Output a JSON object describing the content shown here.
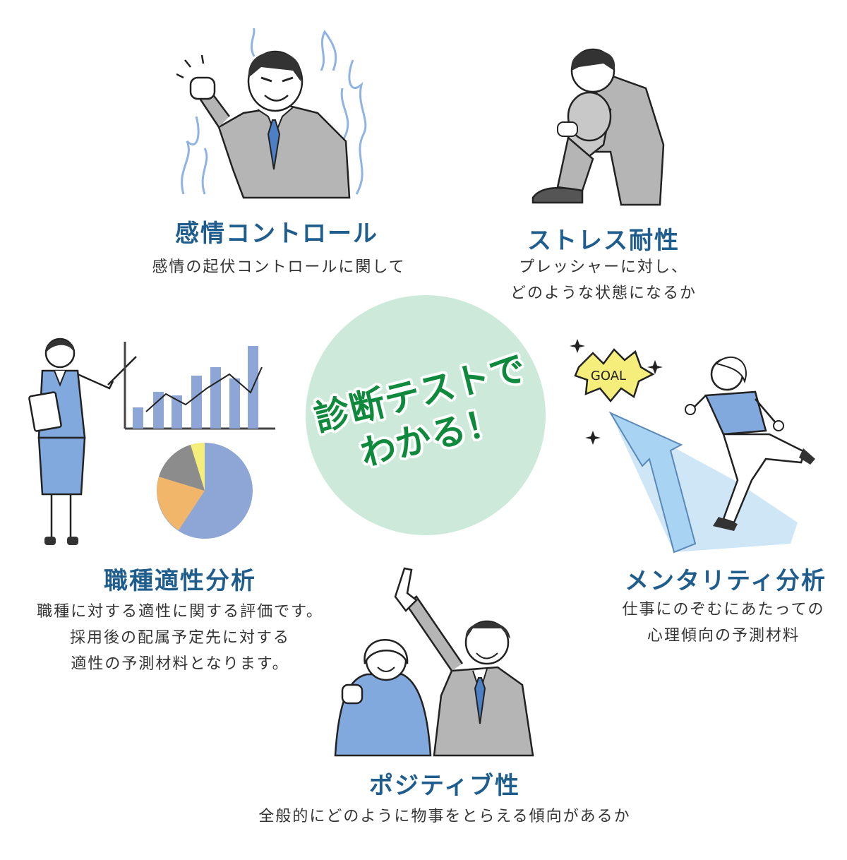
{
  "center": {
    "line1": "診断テストで",
    "line2": "わかる！",
    "color": "#0f8a3c",
    "circle_color": "#cde9d9"
  },
  "accent_color": "#1f5d8c",
  "sections": {
    "emotion": {
      "title": "感情コントロール",
      "desc": [
        "感情の起伏コントロールに関して"
      ],
      "illustration": "angry-businessman-with-blue-flames"
    },
    "stress": {
      "title": "ストレス耐性",
      "desc": [
        "プレッシャーに対し、",
        "どのような状態になるか"
      ],
      "illustration": "depressed-businessman-sitting"
    },
    "job": {
      "title": "職種適性分析",
      "desc": [
        "職種に対する適性に関する評価です。",
        "採用後の配属予定先に対する",
        "適性の予測材料となります。"
      ],
      "illustration": "businesswoman-presenting-charts"
    },
    "mental": {
      "title": "メンタリティ分析",
      "desc": [
        "仕事にのぞむにあたっての",
        "心理傾向の予測材料"
      ],
      "illustration": "woman-running-to-goal",
      "goal_label": "GOAL"
    },
    "positive": {
      "title": "ポジティブ性",
      "desc": [
        "全般的にどのように物事をとらえる傾向があるか"
      ],
      "illustration": "cheerful-man-and-woman-pointing-up"
    }
  }
}
